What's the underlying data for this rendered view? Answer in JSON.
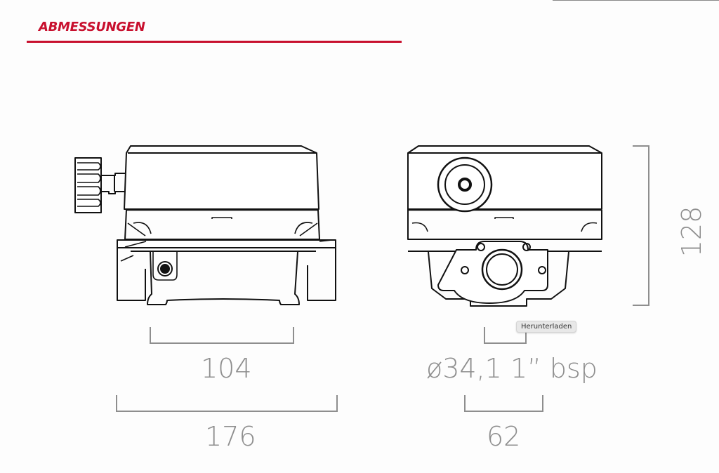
{
  "header": {
    "title": "ABMESSUNGEN",
    "accent_color": "#c8102e"
  },
  "dimensions": {
    "inner_width": "104",
    "overall_width": "176",
    "height": "128",
    "connection": "ø34,1 1” bsp",
    "flange_width": "62"
  },
  "tooltip": {
    "label": "Herunterladen"
  },
  "views": {
    "side_view": "side-view-drawing",
    "front_view": "front-view-drawing"
  }
}
